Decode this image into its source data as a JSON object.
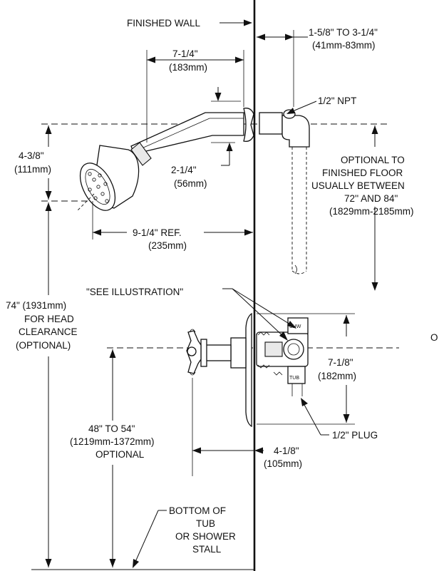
{
  "labels": {
    "finished_wall": "FINISHED WALL",
    "offset_range": {
      "l1": "1-5/8\" TO 3-1/4\"",
      "l2": "(41mm-83mm)"
    },
    "npt": "1/2\" NPT",
    "arm_length": {
      "l1": "7-1/4\"",
      "l2": "(183mm)"
    },
    "head_drop": {
      "l1": "4-3/8\"",
      "l2": "(111mm)"
    },
    "arm_rise": {
      "l1": "2-1/4\"",
      "l2": "(56mm)"
    },
    "optional_floor": {
      "l1": "OPTIONAL TO",
      "l2": "FINISHED FLOOR",
      "l3": "USUALLY BETWEEN",
      "l4": "72'' AND 84\"",
      "l5": "(1829mm-2185mm)"
    },
    "head_ref": {
      "l1": "9-1/4\" REF.",
      "l2": "(235mm)"
    },
    "see_illustration": "\"SEE ILLUSTRATION\"",
    "head_clearance": {
      "l1": "74\" (1931mm)",
      "l2": "FOR HEAD",
      "l3": "CLEARANCE",
      "l4": "(OPTIONAL)"
    },
    "cut_off_letter": "O",
    "valve_height": {
      "l1": "7-1/8\"",
      "l2": "(182mm)"
    },
    "valve_floor": {
      "l1": "48\" TO 54\"",
      "l2": "(1219mm-1372mm)",
      "l3": "OPTIONAL"
    },
    "plug": "1/2\" PLUG",
    "handle_depth": {
      "l1": "4-1/8\"",
      "l2": "(105mm)"
    },
    "bottom": {
      "l1": "BOTTOM OF",
      "l2": "TUB",
      "l3": "OR SHOWER",
      "l4": "STALL"
    },
    "valve_shw": "SHW",
    "valve_tub": "TUB"
  }
}
